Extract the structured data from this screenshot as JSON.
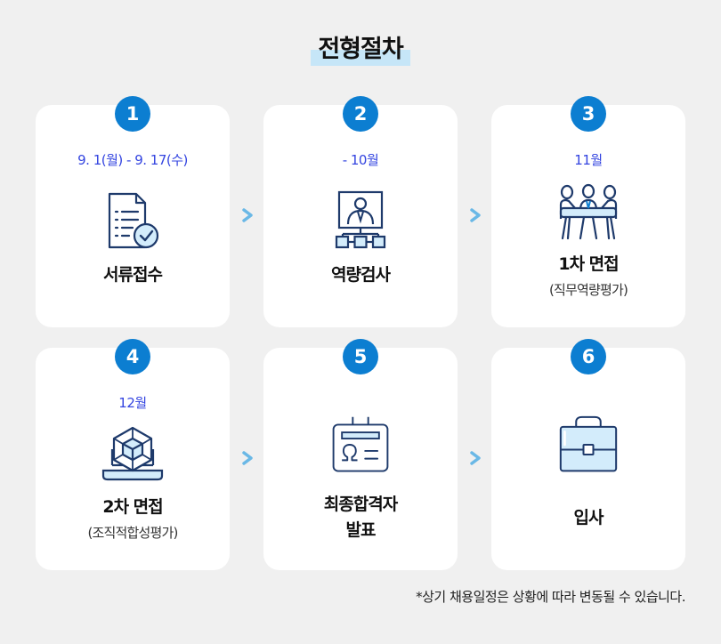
{
  "page": {
    "title": "전형절차"
  },
  "steps": [
    {
      "number": "1",
      "date": "9. 1(월) - 9. 17(수)",
      "label": "서류접수",
      "sub": ""
    },
    {
      "number": "2",
      "date": "- 10월",
      "label": "역량검사",
      "sub": ""
    },
    {
      "number": "3",
      "date": "11월",
      "label": "1차 면접",
      "sub": "(직무역량평가)"
    },
    {
      "number": "4",
      "date": "12월",
      "label": "2차 면접",
      "sub": "(조직적합성평가)"
    },
    {
      "number": "5",
      "date": "",
      "label": "최종합격자",
      "label2": "발표",
      "sub": ""
    },
    {
      "number": "6",
      "date": "",
      "label": "입사",
      "sub": ""
    }
  ],
  "icons": [
    "document-check-icon",
    "video-interview-icon",
    "group-meeting-icon",
    "laptop-cube-icon",
    "id-badge-icon",
    "briefcase-icon"
  ],
  "colors": {
    "badge": "#0c7ed1",
    "date": "#3344e0",
    "arrow": "#6ab8e6",
    "highlight": "#c6e6f8",
    "icon_dark": "#1e3a6b",
    "icon_light": "#d3ecfb"
  },
  "footer": {
    "note": "*상기 채용일정은 상황에 따라 변동될 수 있습니다."
  }
}
